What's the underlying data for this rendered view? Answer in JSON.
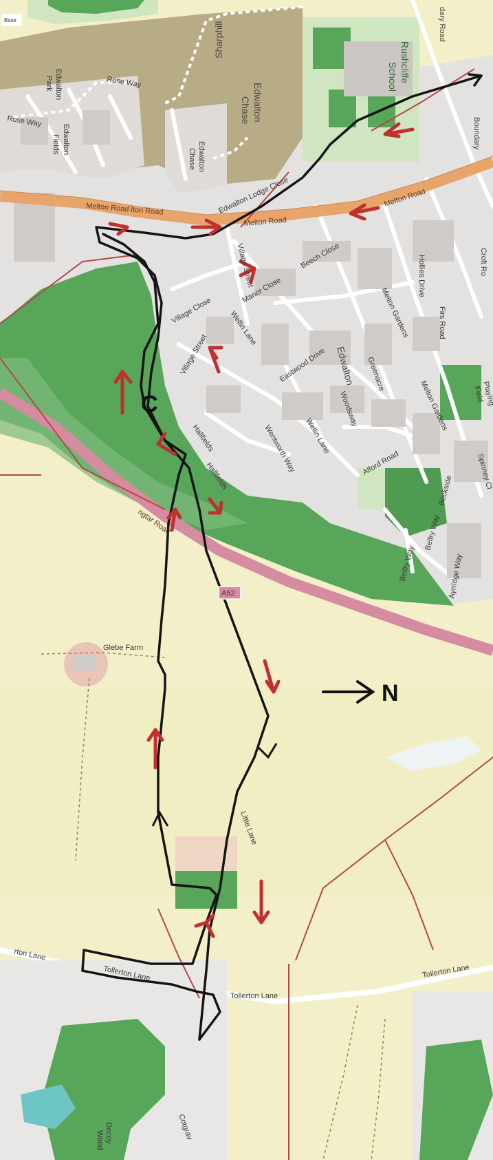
{
  "map": {
    "corner_label": "Bsse",
    "north_label": "N",
    "start_mark": "C",
    "road_shield": "A52",
    "labels": {
      "sharphill": "Sharphill",
      "rushcliffe": "Rushcliffe",
      "school": "School",
      "boundary_road_top": "dary Road",
      "boundary": "Boundary",
      "edwalton_park_1": "Edwalton",
      "edwalton_park_2": "Park",
      "rose_way_1": "Rose Way",
      "rose_way_2": "Rose Way",
      "edwalton_fields_1": "Edwalton",
      "edwalton_fields_2": "Fields",
      "edwalton_chase_1": "Edwalton",
      "edwalton_chase_2": "Chase",
      "edwalton_chase_small_1": "Edwalton",
      "edwalton_chase_small_2": "Chase",
      "melton_road_left": "Melton Road lton Road",
      "melton_road_mid": "Melton Road",
      "melton_road_right": "Melton Road",
      "edwalton_lodge_close": "Edwalton Lodge Close",
      "croft_road": "Croft Ro",
      "hollies_drive": "Hollies Drive",
      "firs_road": "Firs Road",
      "beech_close": "Beech Close",
      "manor_close": "Manor Close",
      "village_street": "Village Street",
      "village_close": "Village Close",
      "melton_gardens_1": "Melton Gardens",
      "melton_gardens_2": "Melton Gardens",
      "edwalton": "Edwalton",
      "greenacre": "Greenacre",
      "woodsway": "Woodsway",
      "eastwood_drive": "Eastwood Drive",
      "wellin_lane_1": "Wellin Lane",
      "wellin_lane_2": "Wellin Lane",
      "village_street_2": "Village Street",
      "hallfields_1": "Hallfields",
      "hallfields_2": "Hallfields",
      "wentworth_way": "Wentworth Way",
      "alford_road": "Alford Road",
      "spinney_close": "Spinney Cl",
      "playing_field_1": "Playing",
      "playing_field_2": "Field",
      "beckside": "Beckside",
      "belfry_way_1": "Belfry Way",
      "belfry_way_2": "Belfry Way",
      "ayrridge_way": "Ayrridge Way",
      "ring_road": "ngtar Road",
      "glebe_farm": "Glebe Farm",
      "little_lane": "Little Lane",
      "tollerton_lane_1": "rton Lane",
      "tollerton_lane_2": "Tollerton Lane",
      "tollerton_lane_3": "Tollerton Lane",
      "tollerton_lane_4": "Tollerton Lane",
      "cotgrave": "Cotgrav",
      "decoy_wood_1": "Decoy",
      "decoy_wood_2": "Wood"
    },
    "colors": {
      "urban": "#e4e2e1",
      "block": "#d5d2d0",
      "road": "#ffffff",
      "farmland": "#f3efc9",
      "olive": "#b8ac86",
      "park": "#cfe6c1",
      "wood": "#57a65a",
      "main_road": "#e8a56b",
      "trunk_road": "#d68ca0",
      "boundary": "#b04a48",
      "route": "#141414",
      "arrow": "#c2302e",
      "water": "#6dc5c6"
    }
  }
}
